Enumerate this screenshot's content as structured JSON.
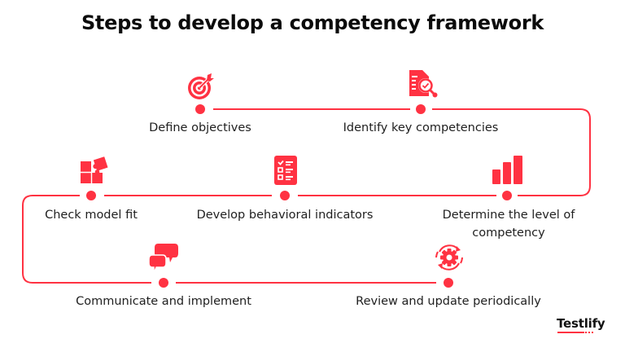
{
  "title": "Steps to develop a competency framework",
  "colors": {
    "accent": "#ff3242",
    "text": "#1f1f1f",
    "background": "#ffffff"
  },
  "steps": [
    {
      "order": 1,
      "label": "Define objectives",
      "icon": "target-icon"
    },
    {
      "order": 2,
      "label": "Identify key competencies",
      "icon": "document-search-icon"
    },
    {
      "order": 3,
      "label": "Determine the level of",
      "label_line2": "competency",
      "icon": "bar-chart-icon"
    },
    {
      "order": 4,
      "label": "Develop behavioral indicators",
      "icon": "checklist-icon"
    },
    {
      "order": 5,
      "label": "Check model fit",
      "icon": "puzzle-icon"
    },
    {
      "order": 6,
      "label": "Communicate and implement",
      "icon": "chat-bubbles-icon"
    },
    {
      "order": 7,
      "label": "Review and update periodically",
      "icon": "gear-refresh-icon"
    }
  ],
  "brand": {
    "name": "Testlify"
  }
}
